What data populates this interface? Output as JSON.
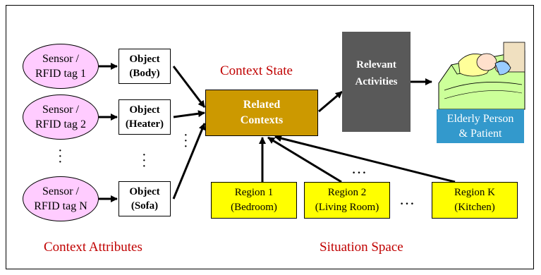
{
  "sensors": [
    {
      "line1": "Sensor /",
      "line2": "RFID tag 1"
    },
    {
      "line1": "Sensor /",
      "line2": "RFID tag 2"
    },
    {
      "line1": "Sensor /",
      "line2": "RFID tag N"
    }
  ],
  "objects": [
    {
      "line1": "Object",
      "line2": "(Body)"
    },
    {
      "line1": "Object",
      "line2": "(Heater)"
    },
    {
      "line1": "Object",
      "line2": "(Sofa)"
    }
  ],
  "context_state_label": "Context State",
  "related_contexts": {
    "line1": "Related",
    "line2": "Contexts",
    "color": "#cc9900"
  },
  "relevant_activities": {
    "line1": "Relevant",
    "line2": "Activities",
    "color": "#595959"
  },
  "elderly": {
    "line1": "Elderly Person",
    "line2": "& Patient",
    "color": "#3399cc"
  },
  "regions": [
    {
      "line1": "Region 1",
      "line2": "(Bedroom)"
    },
    {
      "line1": "Region 2",
      "line2": "(Living Room)"
    },
    {
      "line1": "Region K",
      "line2": "(Kitchen)"
    }
  ],
  "ellipsis": "…",
  "context_attributes_label": "Context Attributes",
  "situation_space_label": "Situation Space",
  "colors": {
    "sensor_fill": "#ffccff",
    "region_fill": "#ffff00",
    "label_red": "#c00000"
  }
}
